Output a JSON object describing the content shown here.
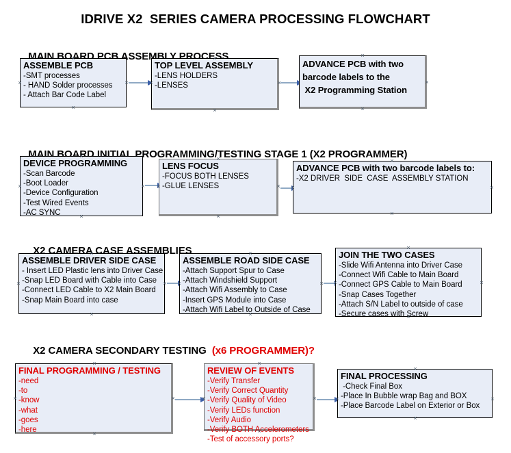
{
  "document": {
    "title": "IDRIVE X2  SERIES CAMERA PROCESSING FLOWCHART"
  },
  "sections": [
    {
      "id": "main-board-pcb-assembly",
      "heading": "MAIN BOARD PCB ASSEMBLY PROCESS",
      "heading_accent": "",
      "boxes": [
        {
          "id": "assemble-pcb",
          "title": "ASSEMBLE PCB",
          "lines": [
            "-SMT processes",
            "- HAND Solder processes",
            "- Attach Bar Code Label"
          ]
        },
        {
          "id": "top-level-assembly",
          "title": "TOP LEVEL ASSEMBLY",
          "lines": [
            "-LENS HOLDERS",
            "-LENSES"
          ]
        },
        {
          "id": "advance-pcb-to-programming-station",
          "title": "ADVANCE PCB with two\nbarcode labels to the\n X2 Programming Station",
          "lines": []
        }
      ]
    },
    {
      "id": "main-board-initial-programming",
      "heading": "MAIN BOARD INITIAL PROGRAMMING/TESTING STAGE 1 (X2 PROGRAMMER)",
      "heading_accent": "",
      "boxes": [
        {
          "id": "device-programming",
          "title": "DEVICE PROGRAMMING",
          "lines": [
            "-Scan Barcode",
            "-Boot Loader",
            "-Device Configuration",
            "-Test Wired Events",
            "-AC SYNC"
          ]
        },
        {
          "id": "lens-focus",
          "title": "LENS FOCUS",
          "lines": [
            "-FOCUS BOTH LENSES",
            "-GLUE LENSES"
          ]
        },
        {
          "id": "advance-pcb-to-driver-side-case",
          "title": "ADVANCE PCB with two barcode labels to:",
          "lines": [
            "-X2 DRIVER  SIDE  CASE  ASSEMBLY STATION"
          ]
        }
      ]
    },
    {
      "id": "x2-camera-case-assemblies",
      "heading": "X2 CAMERA CASE ASSEMBLIES",
      "heading_accent": "",
      "boxes": [
        {
          "id": "assemble-driver-side-case",
          "title": "ASSEMBLE DRIVER SIDE CASE",
          "lines": [
            "- Insert LED Plastic lens into Driver Case",
            "-Snap LED Board with Cable into Case",
            "-Connect LED Cable to X2 Main Board",
            "-Snap Main Board into case"
          ]
        },
        {
          "id": "assemble-road-side-case",
          "title": "ASSEMBLE ROAD SIDE CASE",
          "lines": [
            "-Attach Support Spur to Case",
            "-Attach Windshield Support",
            "-Attach Wifi Assembly to Case",
            "-Insert GPS Module into Case",
            "-Attach Wifi Label to Outside of Case"
          ]
        },
        {
          "id": "join-the-two-cases",
          "title": "JOIN THE TWO CASES",
          "lines": [
            "-Slide Wifi Antenna into Driver Case",
            "-Connect Wifi Cable to Main Board",
            "-Connect GPS Cable to Main Board",
            "-Snap Cases Together",
            "-Attach S/N Label to outside of case",
            "-Secure cases with Screw"
          ]
        }
      ]
    },
    {
      "id": "x2-camera-secondary-testing",
      "heading": "X2 CAMERA SECONDARY TESTING  ",
      "heading_accent": "(x6 PROGRAMMER)?",
      "boxes": [
        {
          "id": "final-programming-testing",
          "title": "FINAL PROGRAMMING / TESTING",
          "lines": [
            "-need",
            "-to",
            "-know",
            "-what",
            "-goes",
            "-here"
          ]
        },
        {
          "id": "review-of-events",
          "title": "REVIEW OF EVENTS",
          "lines": [
            "-Verify Transfer",
            "-Verify Correct Quantity",
            "-Verify Quality of Video",
            "-Verify LEDs function",
            "-Verify Audio",
            "-Verify BOTH Accelerometers",
            "-Test of accessory ports?"
          ]
        },
        {
          "id": "final-processing",
          "title": "FINAL PROCESSING",
          "lines": [
            " -Check Final Box",
            "-Place In Bubble wrap Bag and BOX",
            "-Place Barcode Label on Exterior or Box"
          ]
        }
      ]
    }
  ],
  "colors": {
    "box_fill": "#e8edf7",
    "box_border": "#000000",
    "box_shadow": "#8e8e8e",
    "connector_line": "#8fa9c4",
    "connector_head": "#3b5fa8",
    "accent_red": "#e00000",
    "text": "#000000"
  }
}
